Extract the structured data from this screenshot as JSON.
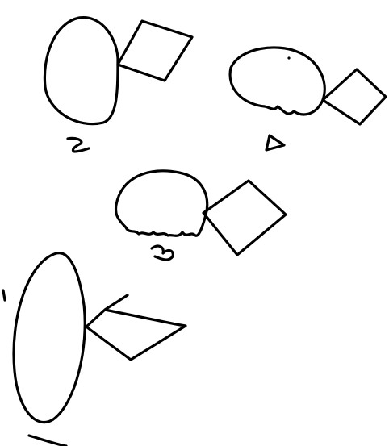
{
  "figures": [
    {
      "id": "figure-1",
      "label": ""
    },
    {
      "id": "figure-2",
      "label": ""
    },
    {
      "id": "figure-3",
      "label": ""
    },
    {
      "id": "figure-4",
      "label": ""
    }
  ],
  "ink_color": "#000000",
  "background": "#ffffff"
}
